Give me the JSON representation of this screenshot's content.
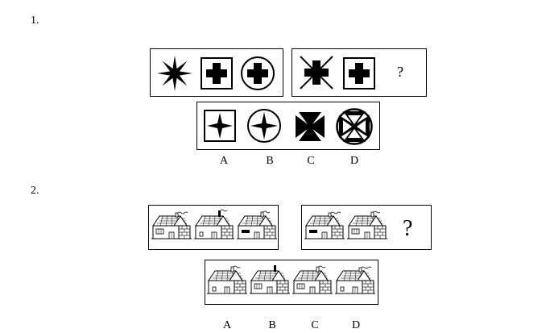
{
  "questions": [
    {
      "number": "1.",
      "question_mark": "?",
      "options": [
        "A",
        "B",
        "C",
        "D"
      ]
    },
    {
      "number": "2.",
      "question_mark": "?",
      "options": [
        "A",
        "B",
        "C",
        "D"
      ]
    }
  ]
}
